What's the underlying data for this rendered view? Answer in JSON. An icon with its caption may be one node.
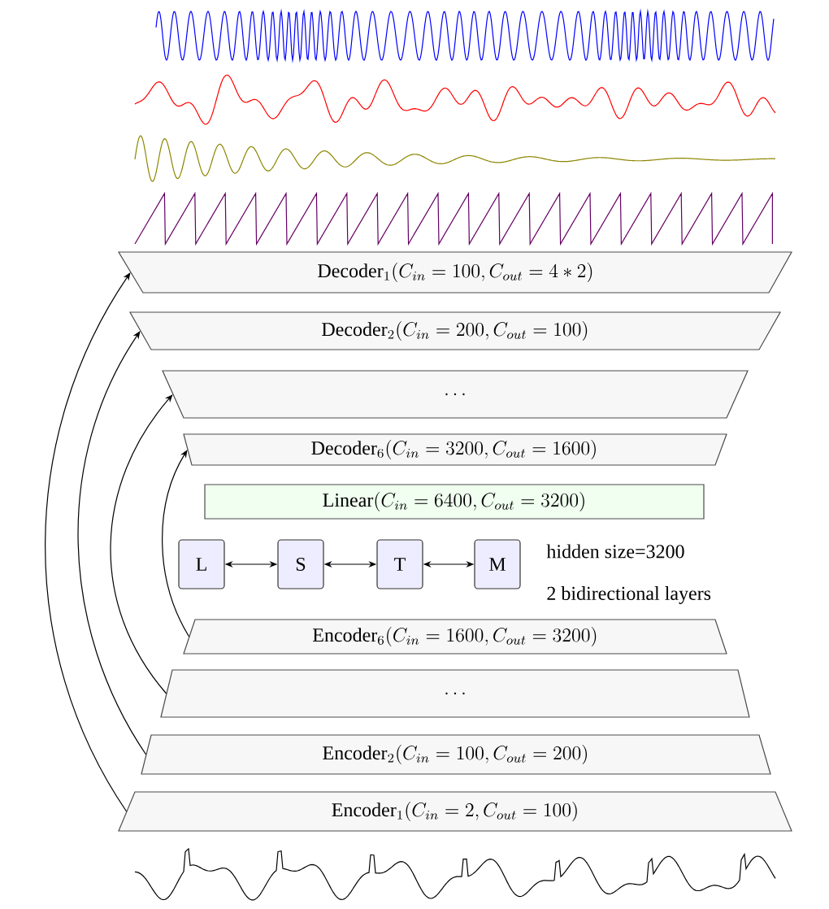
{
  "diagram": {
    "nodes": [
      {
        "text": [
          "\\mathrm{Decoder}_1(C_{in}=100, C_{out}=4*2)"
        ]
      },
      {
        "text": [
          "\\mathrm{Decoder}_2(C_{in}=200, C_{out}=100)"
        ]
      },
      {
        "text": [
          "\\dots"
        ]
      },
      {
        "text": [
          "\\mathrm{Decoder}_6(C_{in}=3200, C_{out}=1600)"
        ]
      },
      {
        "text": [
          "\\mathrm{Linear}(C_{in}=6400, C_{out}=3200)"
        ]
      },
      {
        "text": [
          "L"
        ]
      },
      {
        "text": [
          "S"
        ]
      },
      {
        "text": [
          "T"
        ]
      },
      {
        "text": [
          "M"
        ]
      },
      {
        "text": [
          "\\mathrm{Encoder}_6(C_{in}=1600, C_{out}=3200)"
        ]
      },
      {
        "text": [
          "\\dots"
        ]
      },
      {
        "text": [
          "\\mathrm{Encoder}_2(C_{in}=100, C_{out}=200)"
        ]
      },
      {
        "text": [
          "\\mathrm{Encoder}_1(C_{in}=2, C_{out}=100)"
        ]
      }
    ],
    "edges": [
      {
        "from": 5,
        "to": 6,
        "arrow": "both"
      },
      {
        "from": 6,
        "to": 7,
        "arrow": "both"
      },
      {
        "from": 7,
        "to": 8,
        "arrow": "both"
      },
      {
        "from": 12,
        "to": 0,
        "arrow": "to"
      },
      {
        "from": 11,
        "to": 1,
        "arrow": "to"
      },
      {
        "from": 10,
        "to": 2,
        "arrow": "to"
      },
      {
        "from": 9,
        "to": 3,
        "arrow": "to"
      }
    ],
    "labels": [
      "hidden size=3200",
      "2 bidirectional layers"
    ]
  }
}
